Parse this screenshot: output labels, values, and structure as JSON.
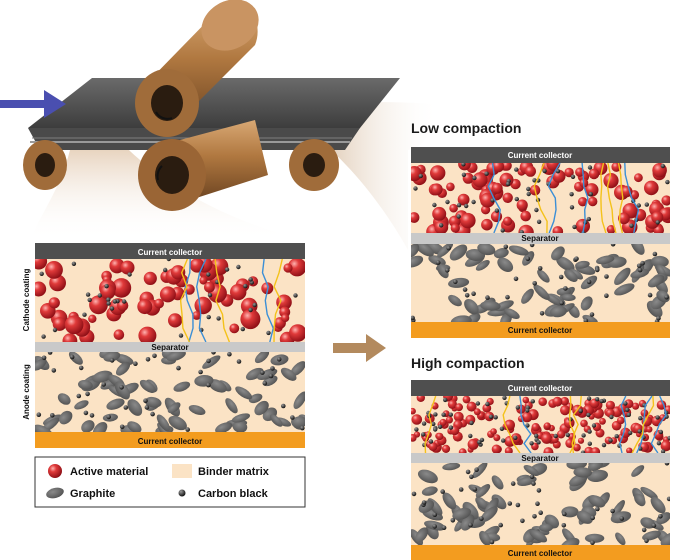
{
  "headings": {
    "low": "Low compaction",
    "high": "High compaction"
  },
  "left_panel": {
    "current_collector_top": "Current collector",
    "separator": "Separator",
    "current_collector_bottom": "Current collector",
    "cathode_label": "Cathode coating",
    "anode_label": "Anode coating"
  },
  "low_panel": {
    "current_collector_top": "Current collector",
    "separator": "Separator",
    "current_collector_bottom": "Current collector"
  },
  "high_panel": {
    "current_collector_top": "Current collector",
    "separator": "Separator",
    "current_collector_bottom": "Current collector"
  },
  "legend": {
    "active_material": "Active material",
    "binder_matrix": "Binder matrix",
    "graphite": "Graphite",
    "carbon_black": "Carbon black"
  },
  "colors": {
    "current_collector_dark": "#555555",
    "current_collector_orange": "#f39c1f",
    "binder": "#fbe3c5",
    "active_material": "#d0202a",
    "graphite": "#6b6b6b",
    "carbon_black": "#222222",
    "separator": "#c8c8c8",
    "ion_path_yellow": "#f4c21a",
    "electron_path_blue": "#3c8fd6",
    "roller": "#b07840",
    "arrow_blue": "#4a4fb0",
    "arrow_tan": "#b38a5e"
  }
}
